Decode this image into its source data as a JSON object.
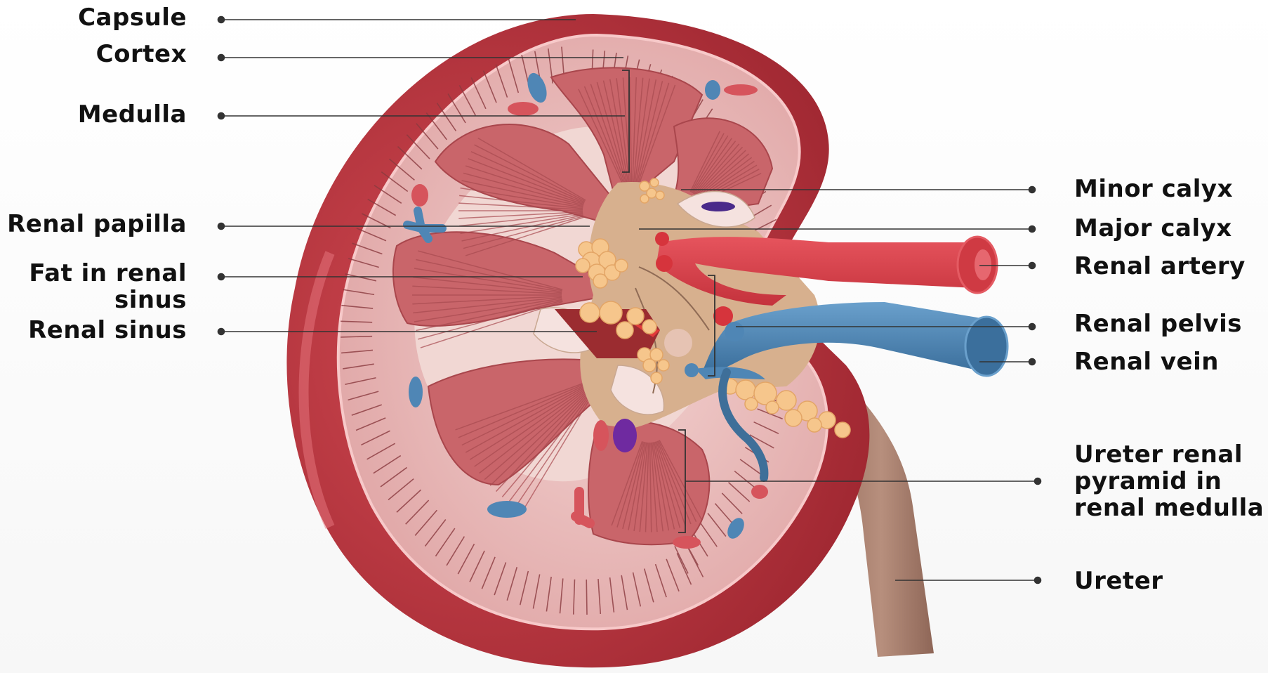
{
  "labels": {
    "capsule": "Capsule",
    "cortex": "Cortex",
    "medulla": "Medulla",
    "renal_papilla": "Renal papilla",
    "fat_line1": "Fat in renal",
    "fat_line2": "sinus",
    "renal_sinus": "Renal sinus",
    "minor_calyx": "Minor calyx",
    "major_calyx": "Major calyx",
    "renal_artery": "Renal artery",
    "renal_pelvis": "Renal pelvis",
    "renal_vein": "Renal vein",
    "pyramid_line1": "Ureter renal",
    "pyramid_line2": "pyramid in",
    "pyramid_line3": "renal medulla",
    "ureter": "Ureter"
  },
  "colors": {
    "capsule": "#b8323a",
    "cortex": "#e8b8b8",
    "pyramid": "#c9656a",
    "sinus": "#d7b08e",
    "artery": "#d9414b",
    "vein": "#4f86b5",
    "fat": "#f6c68c",
    "ureter": "#a77f6e"
  }
}
